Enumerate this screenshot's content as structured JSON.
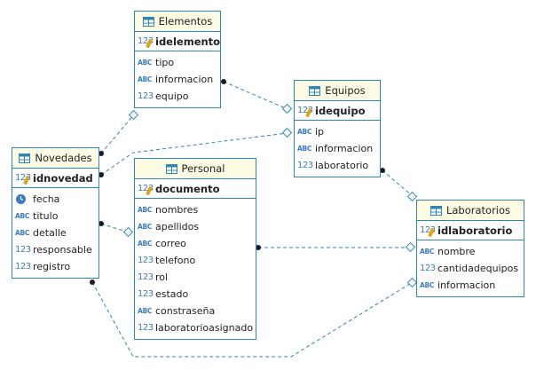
{
  "colors": {
    "border": "#2f86b3",
    "header": "#fdfbe3",
    "line": "#2f86b3",
    "type": "#3b7bbf"
  },
  "type_labels": {
    "number": "123",
    "text": "ABC"
  },
  "entities": {
    "elementos": {
      "title": "Elementos",
      "pk": "idelemento",
      "columns": [
        {
          "type": "text",
          "name": "tipo"
        },
        {
          "type": "text",
          "name": "informacion"
        },
        {
          "type": "number",
          "name": "equipo"
        }
      ]
    },
    "equipos": {
      "title": "Equipos",
      "pk": "idequipo",
      "columns": [
        {
          "type": "text",
          "name": "ip"
        },
        {
          "type": "text",
          "name": "informacion"
        },
        {
          "type": "number",
          "name": "laboratorio"
        }
      ]
    },
    "novedades": {
      "title": "Novedades",
      "pk": "idnovedad",
      "columns": [
        {
          "type": "date",
          "name": "fecha"
        },
        {
          "type": "text",
          "name": "titulo"
        },
        {
          "type": "text",
          "name": "detalle"
        },
        {
          "type": "number",
          "name": "responsable"
        },
        {
          "type": "number",
          "name": "registro"
        }
      ]
    },
    "personal": {
      "title": "Personal",
      "pk": "documento",
      "columns": [
        {
          "type": "text",
          "name": "nombres"
        },
        {
          "type": "text",
          "name": "apellidos"
        },
        {
          "type": "text",
          "name": "correo"
        },
        {
          "type": "number",
          "name": "telefono"
        },
        {
          "type": "number",
          "name": "rol"
        },
        {
          "type": "number",
          "name": "estado"
        },
        {
          "type": "text",
          "name": "constraseña"
        },
        {
          "type": "number",
          "name": "laboratorioasignado"
        }
      ]
    },
    "laboratorios": {
      "title": "Laboratorios",
      "pk": "idlaboratorio",
      "columns": [
        {
          "type": "text",
          "name": "nombre"
        },
        {
          "type": "number",
          "name": "cantidadequipos"
        },
        {
          "type": "text",
          "name": "informacion"
        }
      ]
    }
  },
  "relations": [
    {
      "from": "elementos",
      "to": "equipos"
    },
    {
      "from": "equipos",
      "to": "laboratorios"
    },
    {
      "from": "novedades",
      "to": "elementos"
    },
    {
      "from": "novedades",
      "to": "equipos"
    },
    {
      "from": "novedades",
      "to": "personal"
    },
    {
      "from": "novedades",
      "to": "laboratorios"
    },
    {
      "from": "personal",
      "to": "laboratorios"
    }
  ]
}
